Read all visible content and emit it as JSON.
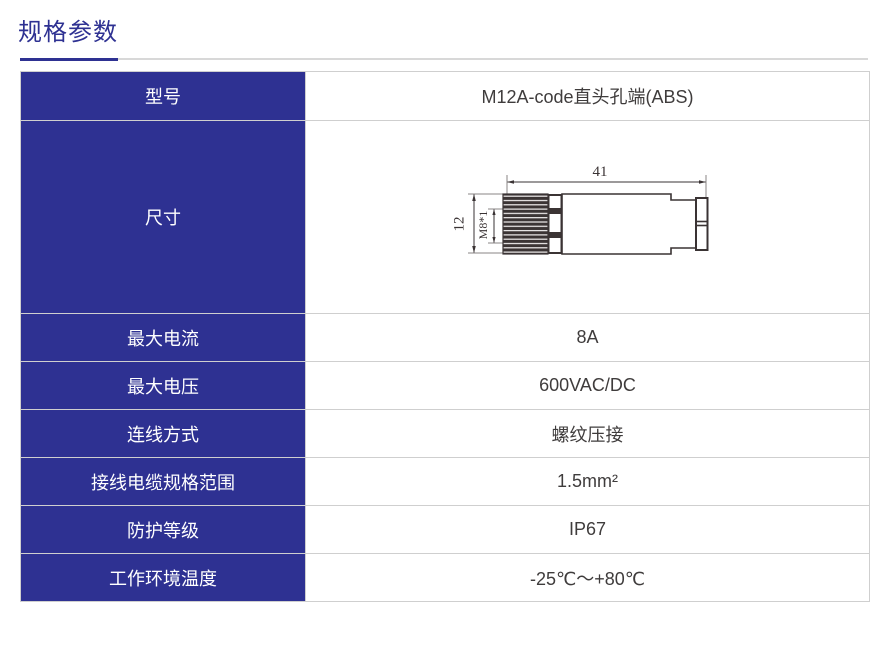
{
  "page": {
    "title": "规格参数"
  },
  "colors": {
    "accent_blue": "#2e3192",
    "grid_gray": "#cfcfcf",
    "value_text": "#3f3c3c",
    "drawing_line": "#3a3334"
  },
  "table": {
    "rows": [
      {
        "label": "型号",
        "value": "M12A-code直头孔端(ABS)"
      },
      {
        "label": "尺寸",
        "value": ""
      },
      {
        "label": "最大电流",
        "value": "8A"
      },
      {
        "label": "最大电压",
        "value": "600VAC/DC"
      },
      {
        "label": "连线方式",
        "value": "螺纹压接"
      },
      {
        "label": "接线电缆规格范围",
        "value": "1.5mm²"
      },
      {
        "label": "防护等级",
        "value": "IP67"
      },
      {
        "label": "工作环境温度",
        "value": "-25℃～+80℃"
      }
    ]
  },
  "drawing": {
    "dim_length": "41",
    "dim_height": "12",
    "thread": "M8*1"
  }
}
